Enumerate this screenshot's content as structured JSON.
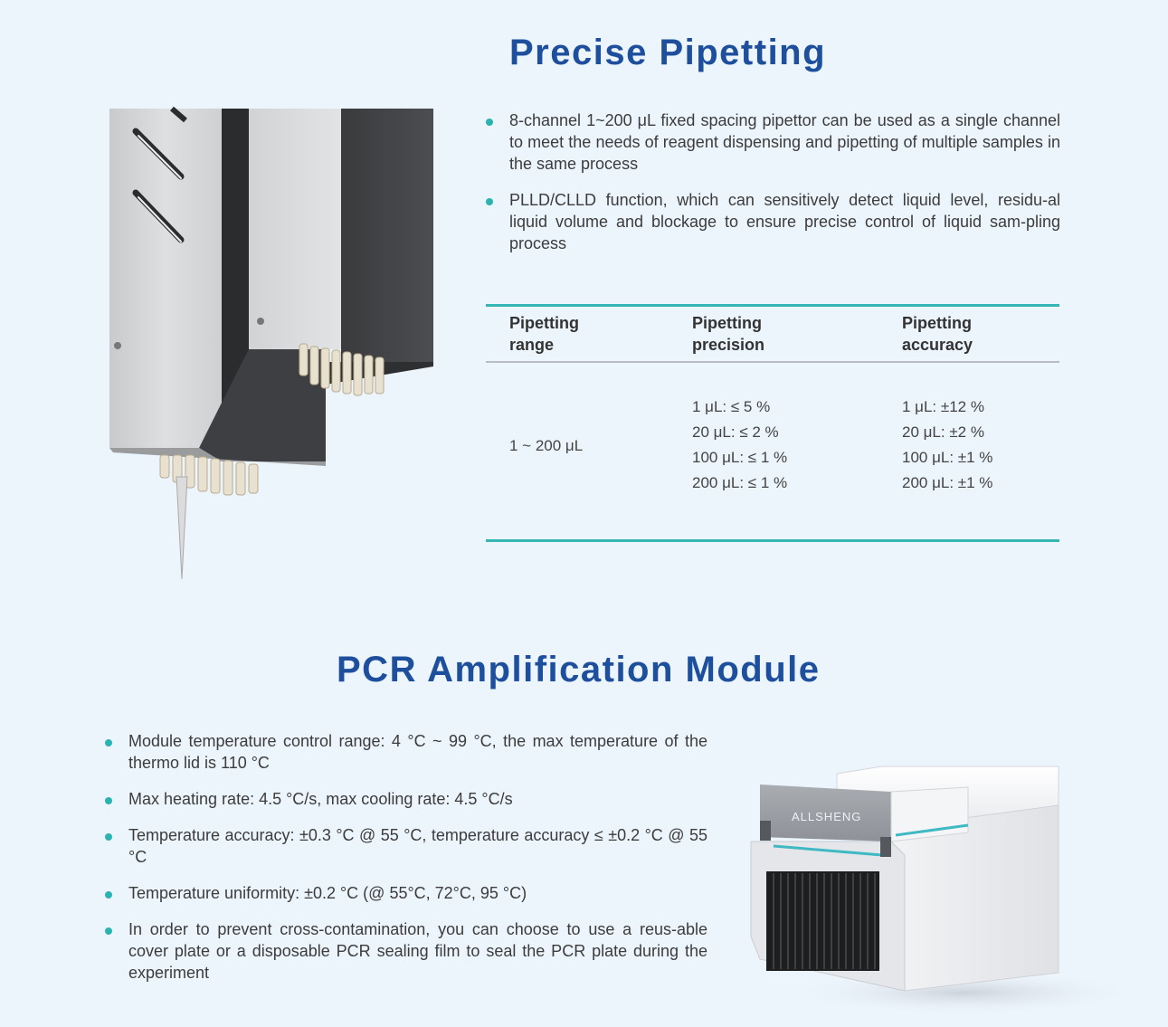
{
  "pipetting": {
    "title": "Precise Pipetting",
    "bullets": [
      "8-channel 1~200 μL fixed spacing pipettor can be used as a single channel to meet the needs of reagent dispensing and pipetting of multiple samples in the same process",
      "PLLD/CLLD function, which can sensitively detect liquid level, residu-al liquid volume and blockage to ensure precise control of liquid sam-pling process"
    ],
    "table": {
      "headers": [
        [
          "Pipetting",
          "range"
        ],
        [
          "Pipetting",
          "precision"
        ],
        [
          "Pipetting",
          "accuracy"
        ]
      ],
      "range": "1 ~ 200 μL",
      "precision": [
        "1 μL: ≤ 5 %",
        "20 μL: ≤ 2 %",
        "100 μL: ≤ 1 %",
        "200 μL: ≤ 1 %"
      ],
      "accuracy": [
        "1 μL: ±12 %",
        "20 μL: ±2 %",
        "100 μL: ±1 %",
        "200 μL: ±1 %"
      ]
    }
  },
  "pcr": {
    "title": "PCR Amplification Module",
    "bullets": [
      "Module temperature control range: 4 °C ~ 99 °C, the max temperature of the thermo lid is 110 °C",
      "Max heating rate: 4.5 °C/s, max cooling rate: 4.5 °C/s",
      "Temperature accuracy: ±0.3 °C @ 55 °C, temperature accuracy ≤ ±0.2 °C @ 55 °C",
      "Temperature uniformity: ±0.2 °C (@ 55°C, 72°C, 95 °C)",
      "In order to prevent cross-contamination, you can choose to use a reus-able cover plate or a disposable PCR sealing film to seal the PCR plate during the experiment"
    ],
    "device_brand": "ALLSHENG"
  },
  "colors": {
    "title": "#1e4f9c",
    "accent": "#2ab3b1",
    "background": "#ecf4fc"
  }
}
